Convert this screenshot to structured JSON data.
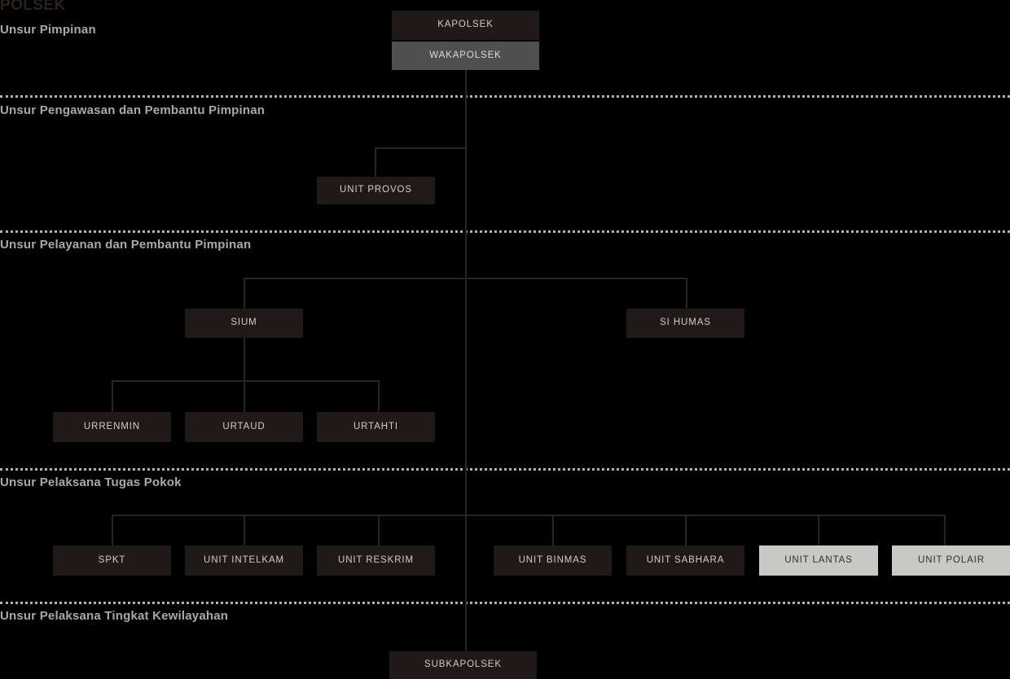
{
  "chart_title": "POLSEK",
  "colors": {
    "background": "#000000",
    "node_dark": "#1f1a18",
    "node_gray": "#4f4f4f",
    "node_light": "#c8c8c6",
    "line": "#2b2320",
    "section_label": "#a9a9a9",
    "divider": "#b3b3b3",
    "title": "#29221f"
  },
  "sections": [
    {
      "label": "Unsur Pimpinan"
    },
    {
      "label": "Unsur Pengawasan dan Pembantu Pimpinan"
    },
    {
      "label": "Unsur Pelayanan dan Pembantu Pimpinan"
    },
    {
      "label": "Unsur Pelaksana Tugas Pokok"
    },
    {
      "label": "Unsur Pelaksana Tingkat Kewilayahan"
    }
  ],
  "nodes": {
    "kapolsek": "KAPOLSEK",
    "wakapolsek": "WAKAPOLSEK",
    "unit_provos": "UNIT PROVOS",
    "sium": "SIUM",
    "si_humas": "SI HUMAS",
    "urrenmin": "URRENMIN",
    "urtaud": "URTAUD",
    "urtahti": "URTAHTI",
    "spkt": "SPKT",
    "unit_intelkam": "UNIT INTELKAM",
    "unit_reskrim": "UNIT RESKRIM",
    "unit_binmas": "UNIT BINMAS",
    "unit_sabhara": "UNIT SABHARA",
    "unit_lantas": "UNIT LANTAS",
    "unit_polair": "UNIT POLAIR",
    "subkapolsek": "SUBKAPOLSEK"
  }
}
